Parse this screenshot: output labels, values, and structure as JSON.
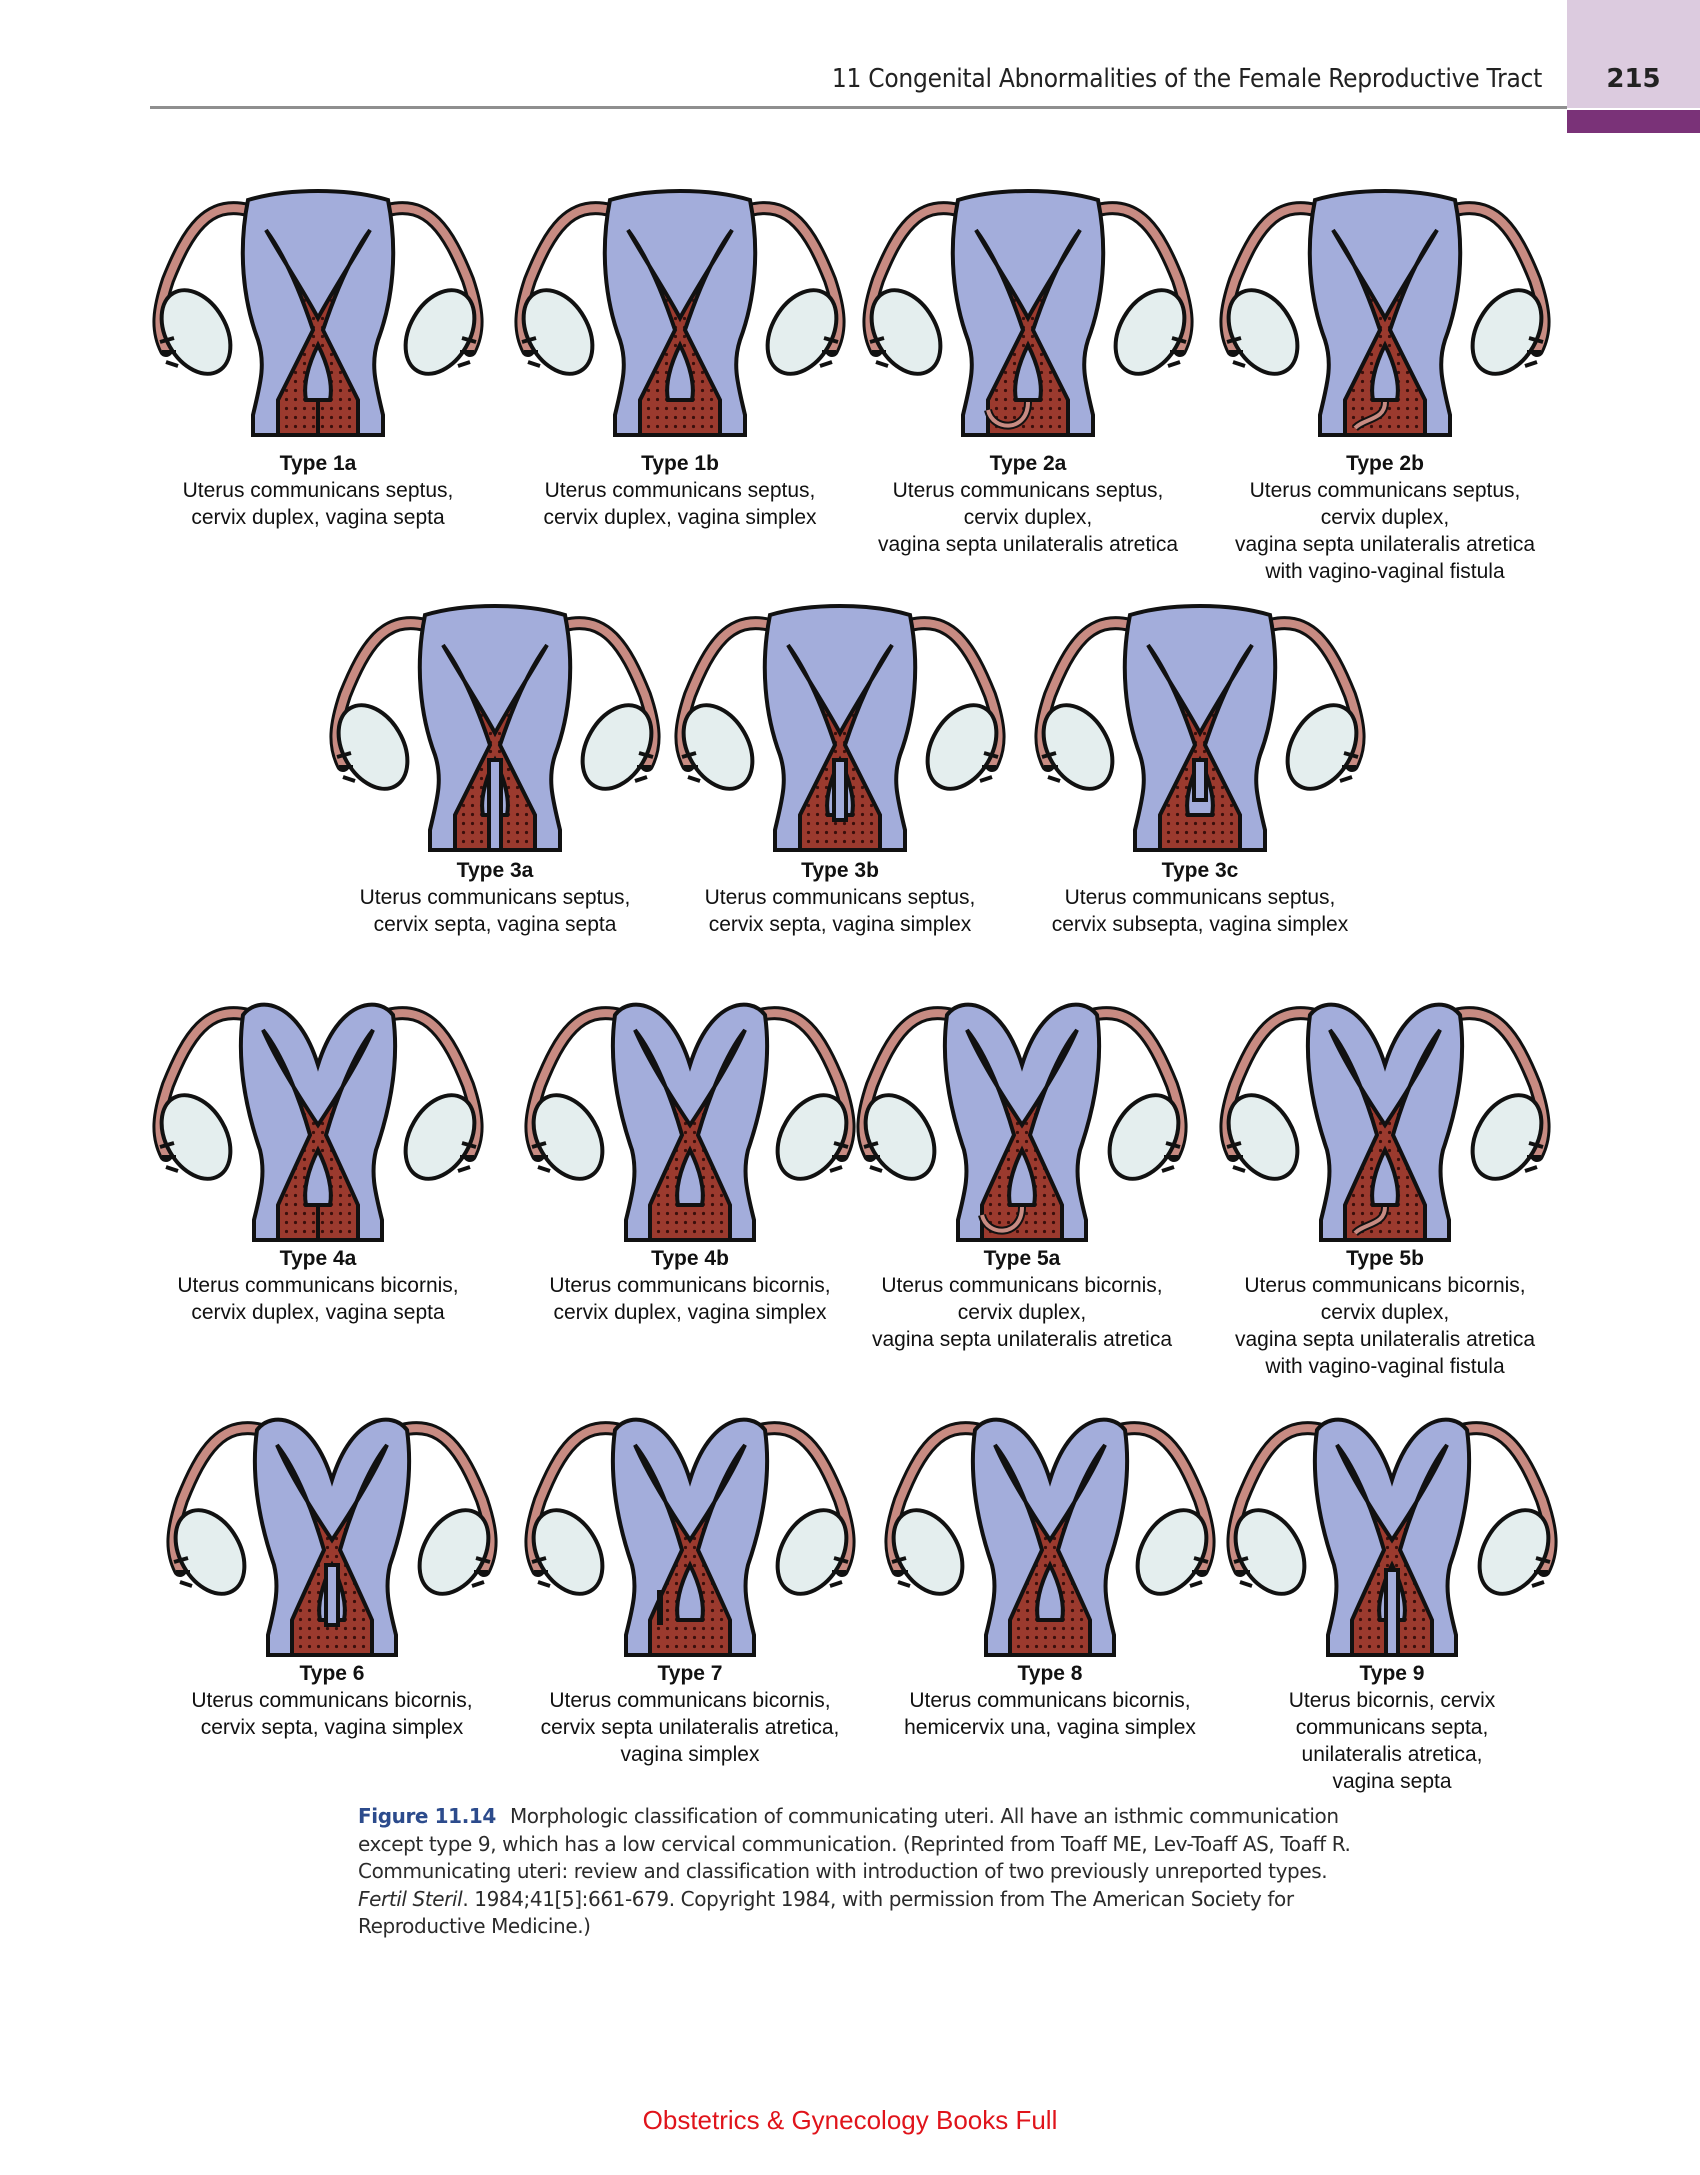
{
  "header": {
    "running_head": "11  Congenital Abnormalities of the Female Reproductive Tract",
    "page_number": "215",
    "colors": {
      "tab_light": "#dccbdf",
      "tab_dark": "#7a3278",
      "rule": "#8f8f8f"
    }
  },
  "figure": {
    "colors": {
      "myometrium": "#a3addb",
      "cavity": "#9b3a2e",
      "tube": "#c88b82",
      "ovary": "#e4eeee",
      "outline": "#111111"
    },
    "panels": [
      {
        "type": "Type 1a",
        "desc": "Uterus communicans septus,\ncervix duplex, vagina septa"
      },
      {
        "type": "Type 1b",
        "desc": "Uterus communicans septus,\ncervix duplex, vagina simplex"
      },
      {
        "type": "Type 2a",
        "desc": "Uterus communicans septus,\ncervix duplex,\nvagina septa unilateralis atretica"
      },
      {
        "type": "Type 2b",
        "desc": "Uterus communicans septus,\ncervix duplex,\nvagina septa unilateralis atretica\nwith vagino-vaginal fistula"
      },
      {
        "type": "Type 3a",
        "desc": "Uterus communicans septus,\ncervix septa, vagina septa"
      },
      {
        "type": "Type 3b",
        "desc": "Uterus communicans septus,\ncervix septa, vagina simplex"
      },
      {
        "type": "Type 3c",
        "desc": "Uterus communicans septus,\ncervix subsepta, vagina simplex"
      },
      {
        "type": "Type 4a",
        "desc": "Uterus communicans bicornis,\ncervix duplex, vagina septa"
      },
      {
        "type": "Type 4b",
        "desc": "Uterus communicans bicornis,\ncervix duplex, vagina simplex"
      },
      {
        "type": "Type 5a",
        "desc": "Uterus communicans bicornis,\ncervix duplex,\nvagina septa unilateralis atretica"
      },
      {
        "type": "Type 5b",
        "desc": "Uterus communicans bicornis,\ncervix duplex,\nvagina septa unilateralis atretica\nwith vagino-vaginal fistula"
      },
      {
        "type": "Type 6",
        "desc": "Uterus communicans bicornis,\ncervix septa, vagina simplex"
      },
      {
        "type": "Type 7",
        "desc": "Uterus communicans bicornis,\ncervix septa unilateralis atretica,\nvagina simplex"
      },
      {
        "type": "Type 8",
        "desc": "Uterus communicans bicornis,\nhemicervix una, vagina simplex"
      },
      {
        "type": "Type 9",
        "desc": "Uterus bicornis, cervix\ncommunicans septa,\nunilateralis atretica,\nvagina septa"
      }
    ],
    "caption": {
      "figure_number": "Figure 11.14",
      "text_before_italic": "Morphologic classification of communicating uteri. All have an isthmic communication except type 9, which has a low cervical communication. (Reprinted from Toaff ME, Lev-Toaff AS, Toaff R. Communicating uteri: review and classification with introduction of two previously unreported types. ",
      "journal_italic": "Fertil Steril",
      "text_after_italic": ". 1984;41[5]:661-679. Copyright 1984, with permission from The American Society for Reproductive Medicine.)"
    }
  },
  "footer": {
    "watermark": "Obstetrics & Gynecology Books Full",
    "color": "#e0141b"
  }
}
